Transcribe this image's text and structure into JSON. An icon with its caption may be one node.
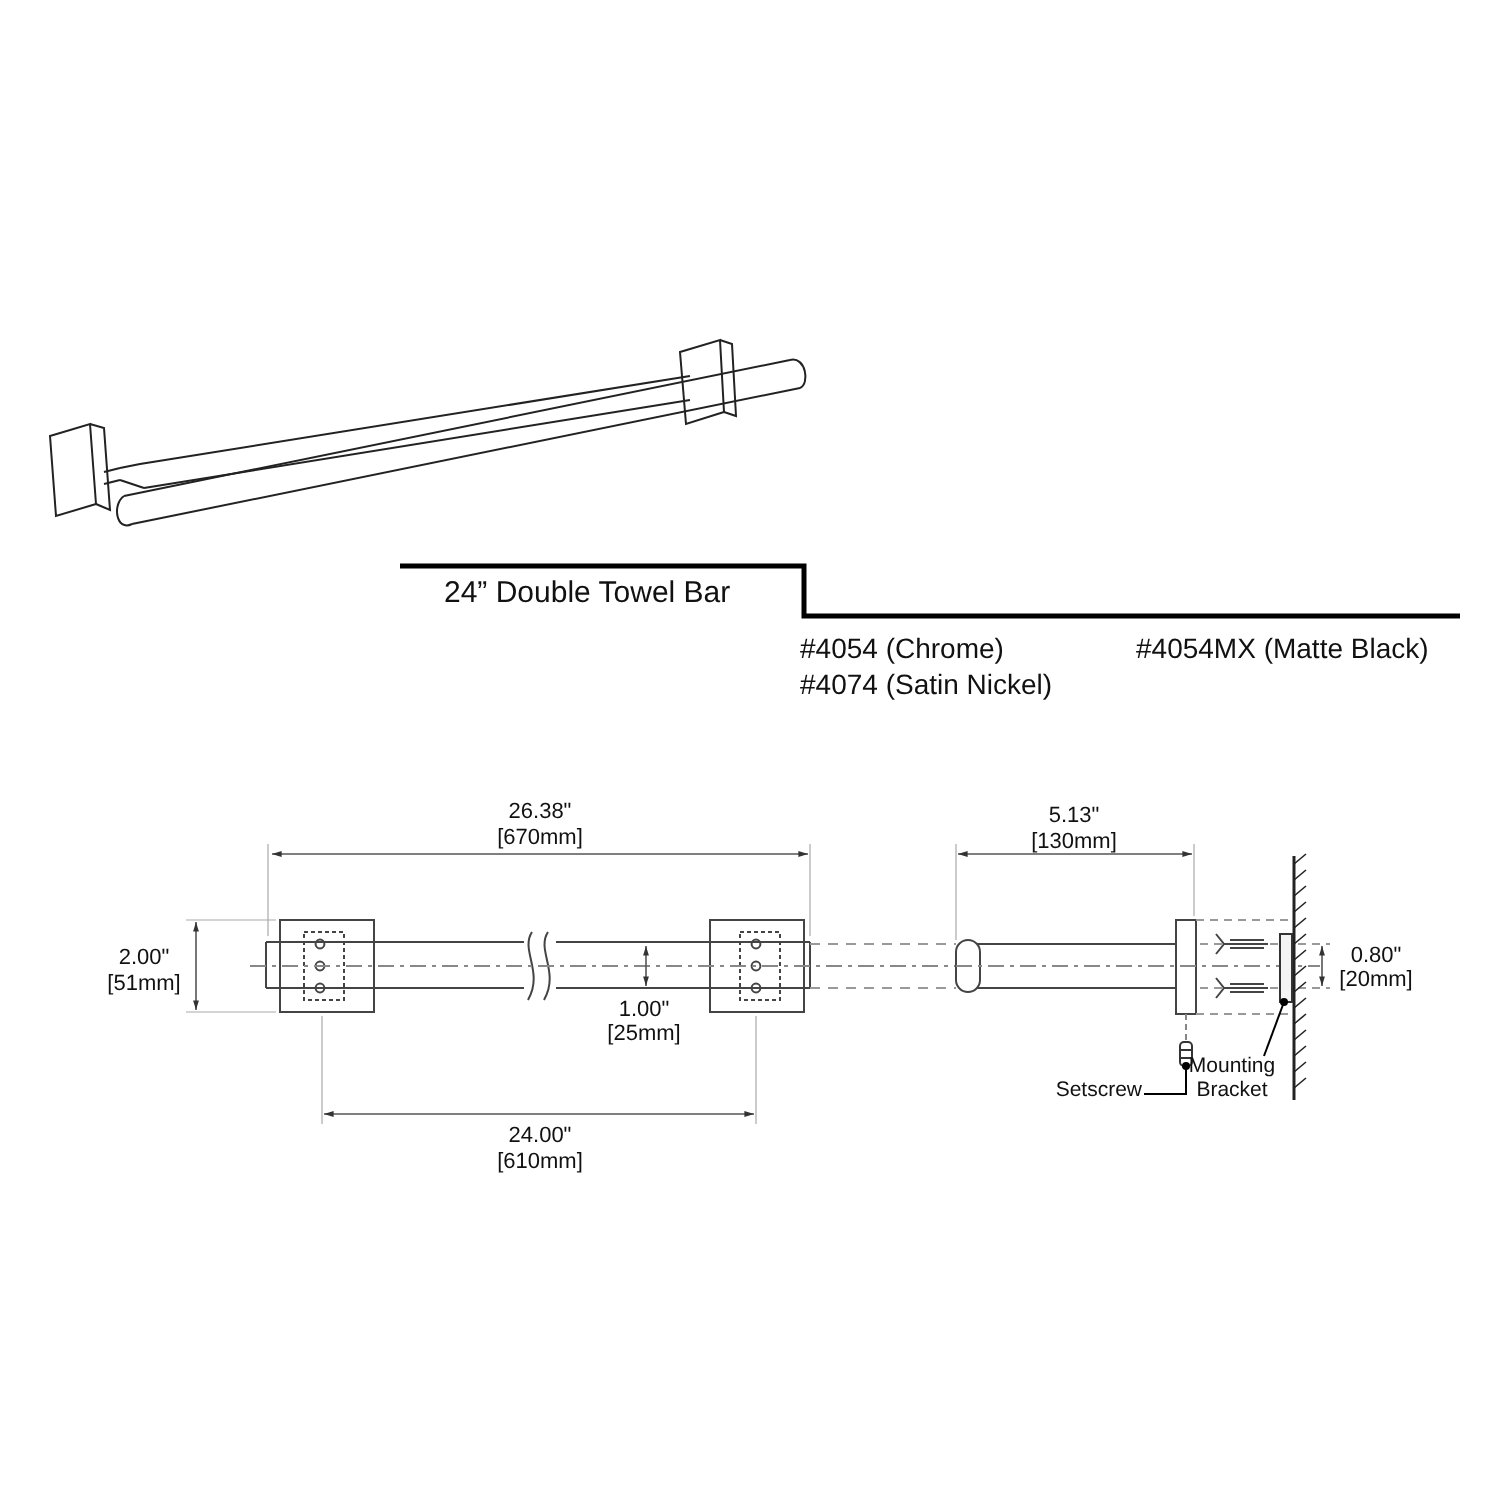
{
  "diagram": {
    "nodes": [
      {
        "text": [
          "Setscrew"
        ]
      },
      {
        "text": [],
        "shape": "picture"
      },
      {
        "text": [
          "Mounting Bracket"
        ]
      },
      {
        "text": [],
        "shape": "box"
      }
    ],
    "edges": [
      {
        "from": 0,
        "to": 1,
        "arrow": "other"
      },
      {
        "from": 2,
        "to": 3,
        "arrow": "other"
      }
    ],
    "labels": [
      "24” Double Towel Bar",
      "#4054 (Chrome)",
      "#4054MX (Matte Black)",
      "#4074 (Satin Nickel)",
      "26.38\"",
      "[670mm]",
      "5.13\"",
      "[130mm]",
      "2.00\"",
      "[51mm]",
      "0.80\"",
      "[20mm]",
      "1.00\"",
      "[25mm]",
      "24.00\"",
      "[610mm]"
    ]
  }
}
